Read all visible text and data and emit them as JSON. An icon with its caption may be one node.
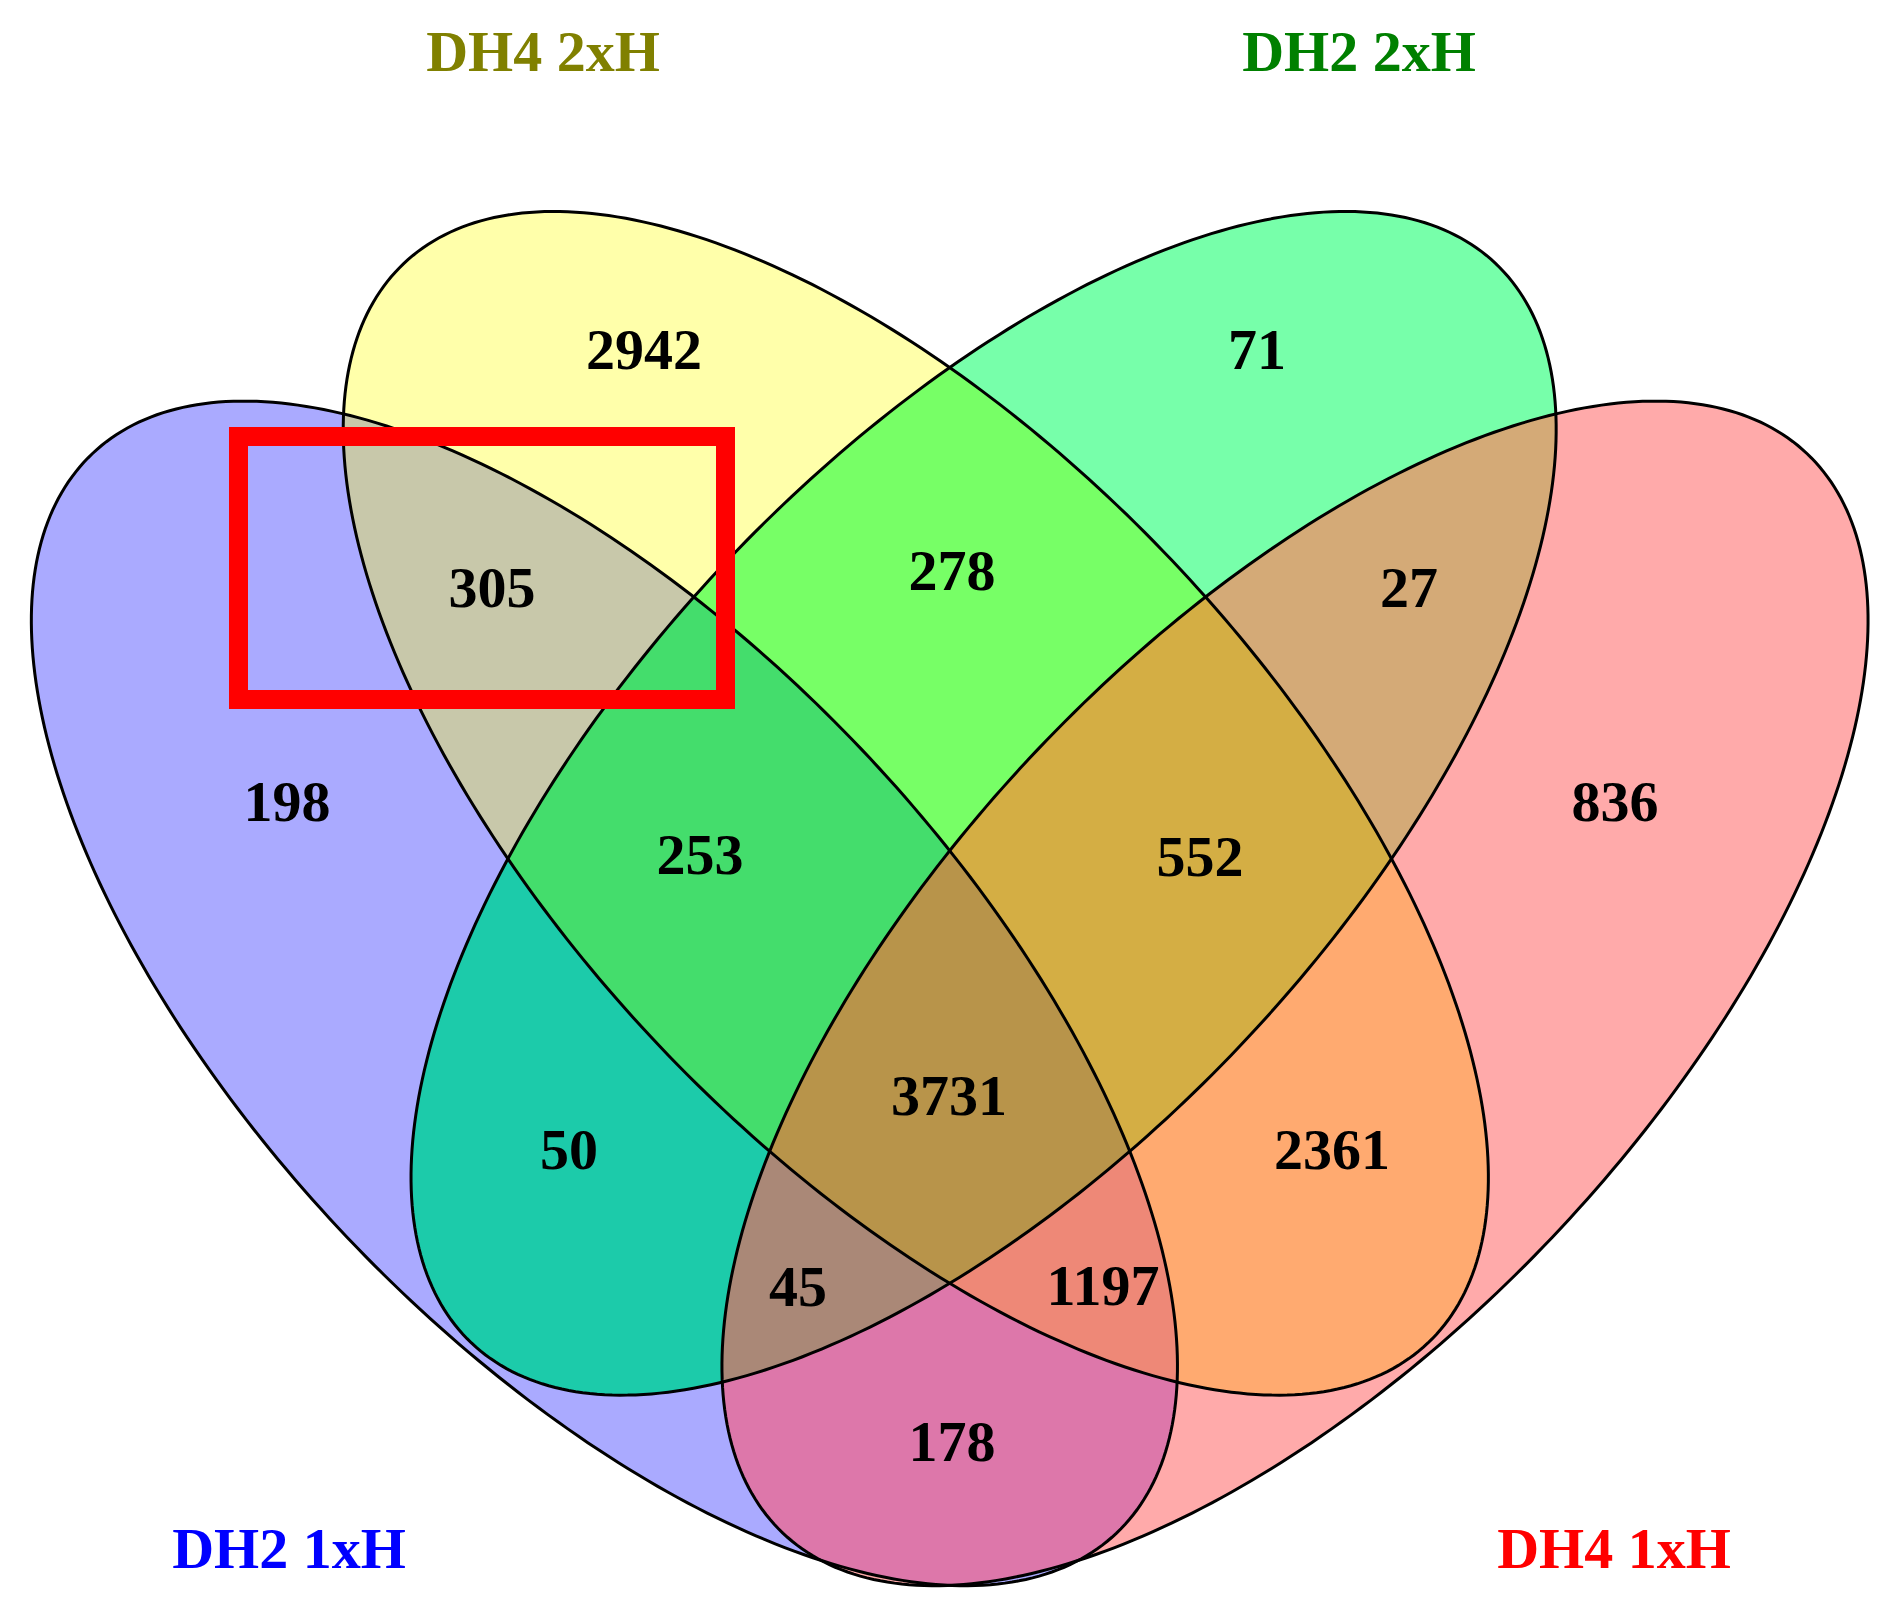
{
  "diagram": {
    "nodes": [
      {
        "text": [
          "DH4 2xH"
        ]
      },
      {
        "text": [
          "DH2 2xH"
        ]
      },
      {
        "text": [
          "DH2 1xH"
        ]
      },
      {
        "text": [
          "DH4 1xH"
        ]
      }
    ],
    "labels": [
      "2942",
      "71",
      "305",
      "278",
      "27",
      "198",
      "836",
      "253",
      "552",
      "3731",
      "50",
      "2361",
      "45",
      "1197",
      "178"
    ]
  }
}
